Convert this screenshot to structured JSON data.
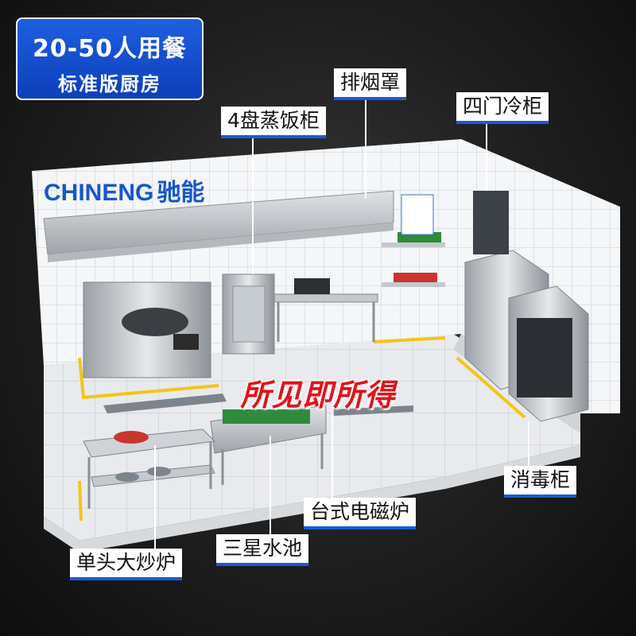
{
  "badge": {
    "line1": "20-50人用餐",
    "line2": "标准版厨房"
  },
  "brand": {
    "logo_text": "CHINENG",
    "logo_cn": "驰能"
  },
  "slogan": "所见即所得",
  "labels": {
    "range_hood": "排烟罩",
    "steamer": "4盘蒸饭柜",
    "fridge": "四门冷柜",
    "sterilizer": "消毒柜",
    "induction": "台式电磁炉",
    "sink": "三星水池",
    "wok": "单头大炒炉"
  },
  "colors": {
    "accent_blue": "#1a5ad8",
    "slogan_red": "#e3131b",
    "logo_blue": "#1557c9"
  }
}
